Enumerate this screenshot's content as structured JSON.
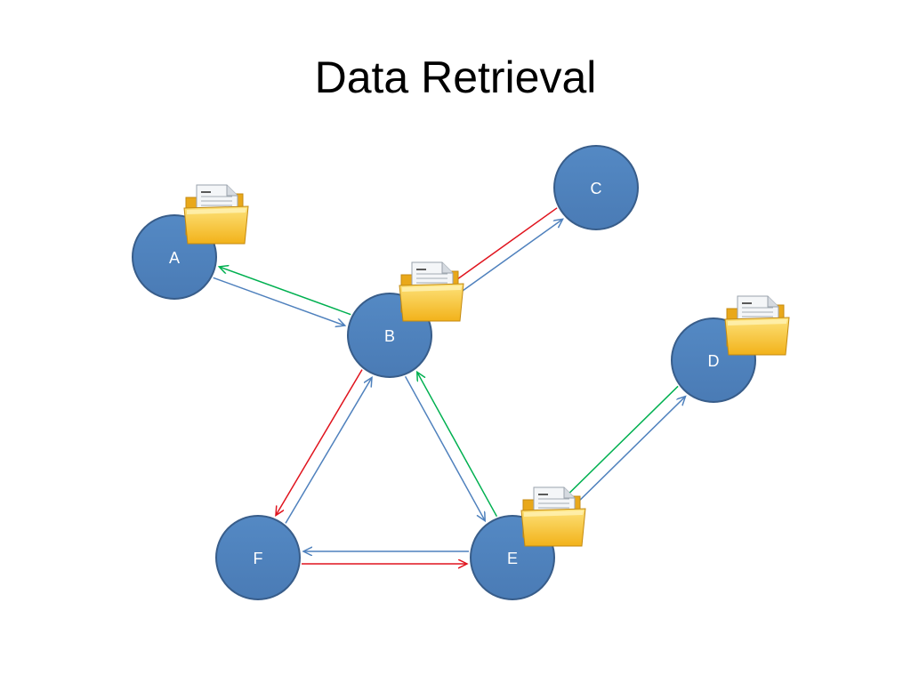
{
  "title": "Data Retrieval",
  "colors": {
    "node_fill": "#4F81BD",
    "node_stroke": "#385D8A",
    "request_arrow": "#4F81BD",
    "response_arrow_green": "#00B050",
    "response_arrow_red": "#E0141E",
    "folder": "#F9C830"
  },
  "nodes": [
    {
      "id": "A",
      "label": "A",
      "has_folder": true
    },
    {
      "id": "B",
      "label": "B",
      "has_folder": true
    },
    {
      "id": "C",
      "label": "C",
      "has_folder": false
    },
    {
      "id": "D",
      "label": "D",
      "has_folder": true
    },
    {
      "id": "E",
      "label": "E",
      "has_folder": true
    },
    {
      "id": "F",
      "label": "F",
      "has_folder": false
    }
  ],
  "edges": [
    {
      "from": "A",
      "to": "B",
      "color": "blue"
    },
    {
      "from": "B",
      "to": "A",
      "color": "green"
    },
    {
      "from": "B",
      "to": "C",
      "color": "blue"
    },
    {
      "from": "C",
      "to": "B",
      "color": "red"
    },
    {
      "from": "B",
      "to": "E",
      "color": "blue"
    },
    {
      "from": "E",
      "to": "B",
      "color": "green"
    },
    {
      "from": "F",
      "to": "B",
      "color": "blue"
    },
    {
      "from": "B",
      "to": "F",
      "color": "red"
    },
    {
      "from": "E",
      "to": "F",
      "color": "blue"
    },
    {
      "from": "F",
      "to": "E",
      "color": "red"
    },
    {
      "from": "E",
      "to": "D",
      "color": "blue"
    },
    {
      "from": "D",
      "to": "E",
      "color": "green"
    }
  ],
  "folder_icon": "folder-with-document-icon"
}
